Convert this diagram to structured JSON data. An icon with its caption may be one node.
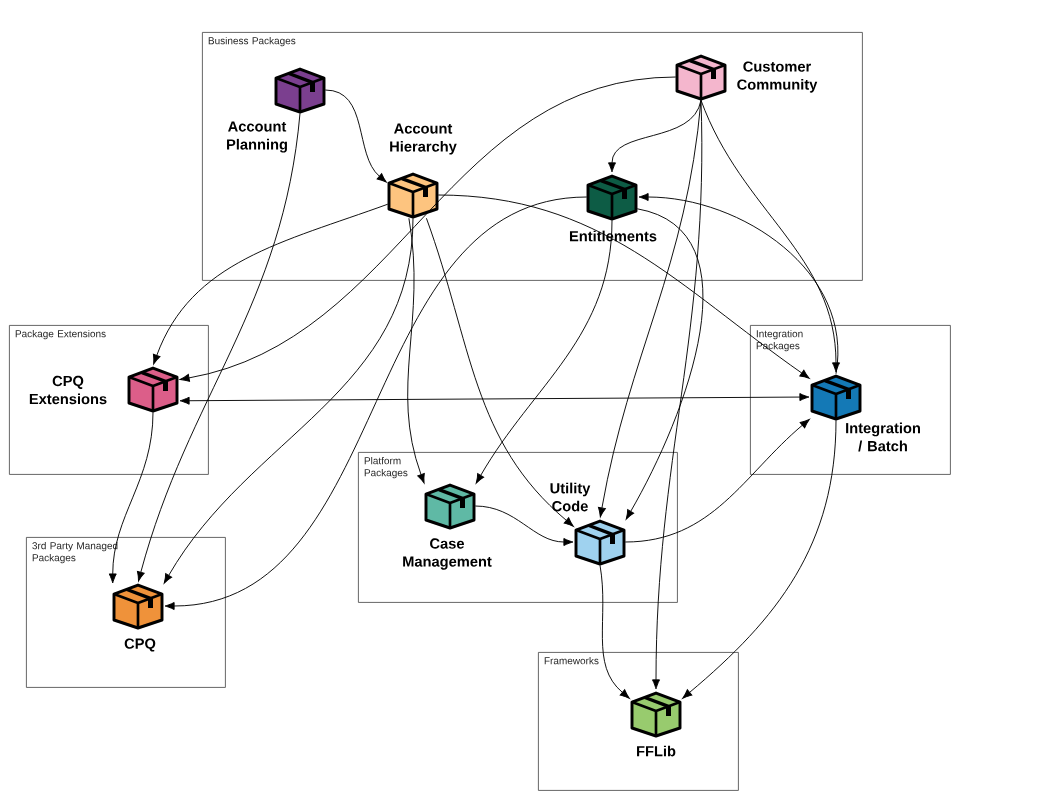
{
  "diagram": {
    "nodes": [
      {
        "text": [
          "Business Packages"
        ]
      },
      {
        "text": [
          "Account Planning"
        ],
        "in": 0
      },
      {
        "text": [
          "Account Hierarchy"
        ],
        "in": 0
      },
      {
        "text": [
          "Customer Community"
        ],
        "in": 0
      },
      {
        "text": [
          "Entitlements"
        ],
        "in": 0
      },
      {
        "text": [
          "Package Extensions"
        ]
      },
      {
        "text": [
          "CPQ Extensions"
        ],
        "in": 5
      },
      {
        "text": [
          "Integration Packages"
        ]
      },
      {
        "text": [
          "Integration / Batch"
        ],
        "in": 7
      },
      {
        "text": [
          "Platform Packages"
        ]
      },
      {
        "text": [
          "Case Management"
        ],
        "in": 9
      },
      {
        "text": [
          "Utility Code"
        ],
        "in": 9
      },
      {
        "text": [
          "3rd Party Managed Packages"
        ]
      },
      {
        "text": [
          "CPQ"
        ],
        "in": 12
      },
      {
        "text": [
          "Frameworks"
        ]
      },
      {
        "text": [
          "FFLib"
        ],
        "in": 14
      }
    ],
    "edges": [
      {
        "from": 1,
        "to": 2,
        "arrow": "to"
      },
      {
        "from": 1,
        "to": 13,
        "arrow": "to"
      },
      {
        "from": 2,
        "to": 6,
        "arrow": "to"
      },
      {
        "from": 3,
        "to": 6,
        "arrow": "to"
      },
      {
        "from": 2,
        "to": 13,
        "arrow": "to"
      },
      {
        "from": 4,
        "to": 13,
        "arrow": "to"
      },
      {
        "from": 2,
        "to": 8,
        "arrow": "to"
      },
      {
        "from": 2,
        "to": 10,
        "arrow": "to"
      },
      {
        "from": 2,
        "to": 11,
        "arrow": "to"
      },
      {
        "from": 3,
        "to": 4,
        "arrow": "to"
      },
      {
        "from": 3,
        "to": 11,
        "arrow": "to"
      },
      {
        "from": 3,
        "to": 8,
        "arrow": "to"
      },
      {
        "from": 3,
        "to": 15,
        "arrow": "to"
      },
      {
        "from": 4,
        "to": 10,
        "arrow": "to"
      },
      {
        "from": 8,
        "to": 4,
        "arrow": "to"
      },
      {
        "from": 4,
        "to": 11,
        "arrow": "to"
      },
      {
        "from": 6,
        "to": 13,
        "arrow": "to"
      },
      {
        "from": 6,
        "to": 8,
        "arrow": "both"
      },
      {
        "from": 10,
        "to": 11,
        "arrow": "to"
      },
      {
        "from": 11,
        "to": 8,
        "arrow": "to"
      },
      {
        "from": 11,
        "to": 15,
        "arrow": "to"
      },
      {
        "from": 8,
        "to": 15,
        "arrow": "to"
      }
    ]
  }
}
